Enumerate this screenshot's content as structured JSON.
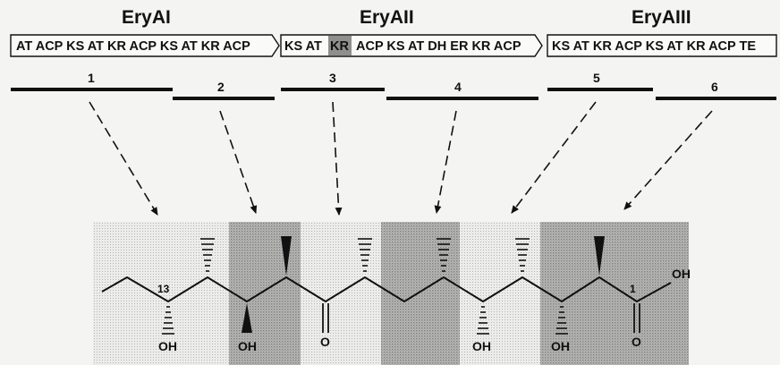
{
  "titles": {
    "eryA1": "EryAI",
    "eryA2": "EryAII",
    "eryA3": "EryAIII"
  },
  "genes": {
    "eryA1": "AT ACP KS AT KR ACP KS AT KR ACP",
    "eryA2_pre": "KS AT",
    "eryA2_kr": "KR",
    "eryA2_post": "ACP KS AT DH ER KR ACP",
    "eryA3": "KS AT KR ACP KS AT KR ACP TE"
  },
  "modules": [
    "1",
    "2",
    "3",
    "4",
    "5",
    "6"
  ],
  "chain": {
    "c13": "13",
    "c1": "1",
    "oh1": "OH",
    "oh2": "OH",
    "o3": "O",
    "oh5": "OH",
    "oh6": "OH",
    "o_acid": "O",
    "oh_acid": "OH"
  }
}
